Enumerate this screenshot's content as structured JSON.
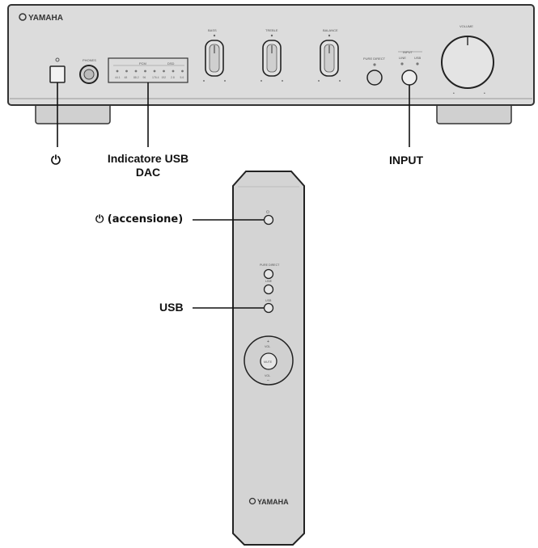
{
  "amplifier": {
    "brand": "YAMAHA",
    "phones_label": "PHONES",
    "dac_group_label": "PCM",
    "dsd_group_label": "DSD",
    "dac_rates": [
      "44.1",
      "48",
      "88.2",
      "96",
      "176.4",
      "192"
    ],
    "dsd_rates": [
      "2.8",
      "5.6"
    ],
    "knobs": [
      "BASS",
      "TREBLE",
      "BALANCE"
    ],
    "pure_direct_label": "PURE DIRECT",
    "input_group_label": "INPUT",
    "input_options": [
      "LINE",
      "USB"
    ],
    "volume_label": "VOLUME"
  },
  "remote": {
    "brand": "YAMAHA",
    "pure_direct_label": "PURE DIRECT",
    "line_label": "LINE",
    "usb_label": "USB",
    "vol_up_label": "VOL",
    "vol_down_label": "VOL",
    "mute_label": "MUTE"
  },
  "callouts": {
    "power": "⏻",
    "usb_dac_line1": "Indicatore USB",
    "usb_dac_line2": "DAC",
    "input": "INPUT",
    "remote_power": "⏻ (accensione)",
    "remote_usb": "USB"
  },
  "colors": {
    "panel": "#d9d9d9",
    "outline": "#333333",
    "remote_body": "#d4d4d4"
  }
}
